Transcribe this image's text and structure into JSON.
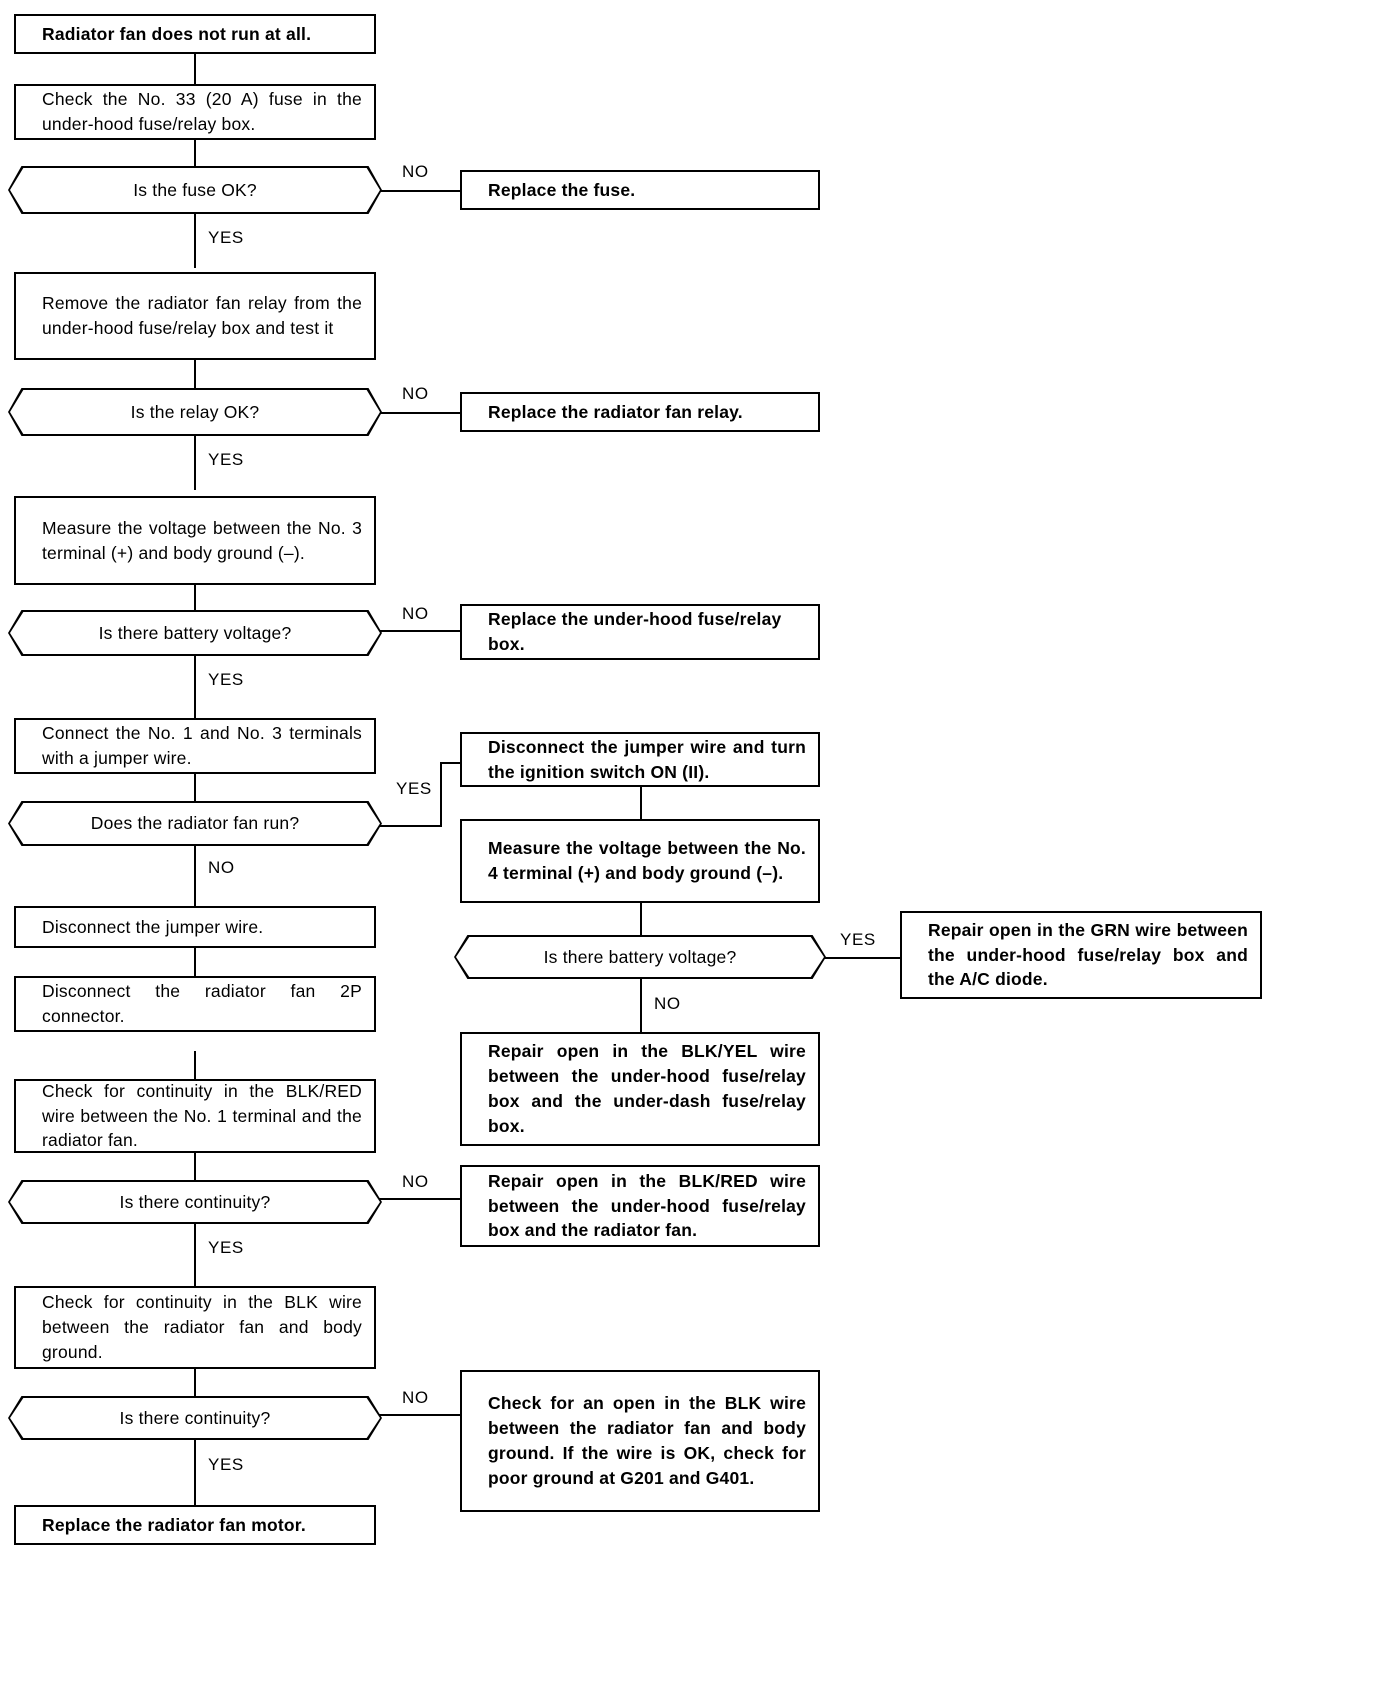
{
  "diagram": {
    "title": "Radiator fan does not run at all.",
    "type": "troubleshooting-flowchart",
    "nodes": {
      "start": {
        "label": "Radiator fan does not run at all.",
        "shape": "terminal"
      },
      "check_fuse": {
        "label": "Check the No. 33 (20 A) fuse in the under-hood fuse/relay box.",
        "shape": "process"
      },
      "q_fuse_ok": {
        "label": "Is the fuse OK?",
        "shape": "decision"
      },
      "replace_fuse": {
        "label": "Replace the fuse.",
        "shape": "process"
      },
      "remove_relay": {
        "label": "Remove the radiator fan relay from the under-hood fuse/relay box and test it",
        "shape": "process"
      },
      "q_relay_ok": {
        "label": "Is the relay OK?",
        "shape": "decision"
      },
      "replace_relay": {
        "label": "Replace the radiator fan relay.",
        "shape": "process"
      },
      "measure_t3": {
        "label": "Measure the voltage between the No. 3 terminal (+) and body ground (–).",
        "shape": "process"
      },
      "q_batt_v_1": {
        "label": "Is there battery voltage?",
        "shape": "decision"
      },
      "replace_box": {
        "label": "Replace the under-hood fuse/relay box.",
        "shape": "process"
      },
      "jumper": {
        "label": "Connect the No. 1 and No. 3 terminals with a jumper wire.",
        "shape": "process"
      },
      "q_fan_run": {
        "label": "Does the radiator fan run?",
        "shape": "decision"
      },
      "disc_jumper_ign": {
        "label": "Disconnect the jumper wire and turn the ignition switch ON (II).",
        "shape": "process"
      },
      "measure_t4": {
        "label": "Measure the voltage between the No. 4 terminal (+) and body ground (–).",
        "shape": "process"
      },
      "q_batt_v_2": {
        "label": "Is there battery voltage?",
        "shape": "decision"
      },
      "repair_grn": {
        "label": "Repair open in the GRN wire between the under-hood fuse/relay box and the A/C diode.",
        "shape": "process"
      },
      "repair_blk_yel": {
        "label": "Repair open in the BLK/YEL wire between the under-hood fuse/relay box and the under-dash fuse/relay box.",
        "shape": "process"
      },
      "disc_jumper": {
        "label": "Disconnect the jumper wire.",
        "shape": "process"
      },
      "disc_2p": {
        "label": "Disconnect the radiator fan 2P connector.",
        "shape": "process"
      },
      "check_blk_red": {
        "label": "Check for continuity in the BLK/RED wire between the No. 1 terminal and the radiator fan.",
        "shape": "process"
      },
      "q_cont_1": {
        "label": "Is there continuity?",
        "shape": "decision"
      },
      "repair_blk_red": {
        "label": "Repair open in the BLK/RED wire between the under-hood fuse/relay box and the radiator fan.",
        "shape": "process"
      },
      "check_blk": {
        "label": "Check for continuity in the BLK wire between the radiator fan and body ground.",
        "shape": "process"
      },
      "q_cont_2": {
        "label": "Is there continuity?",
        "shape": "decision"
      },
      "check_open_blk": {
        "label": "Check for an open in the BLK wire between the radiator fan and body ground. If the wire is OK, check for poor ground at G201 and G401.",
        "shape": "process"
      },
      "replace_motor": {
        "label": "Replace the radiator fan motor.",
        "shape": "terminal"
      }
    },
    "branch_labels": {
      "no": "NO",
      "yes": "YES"
    },
    "colors": {
      "line": "#000000",
      "background": "#ffffff",
      "text": "#000000"
    }
  }
}
